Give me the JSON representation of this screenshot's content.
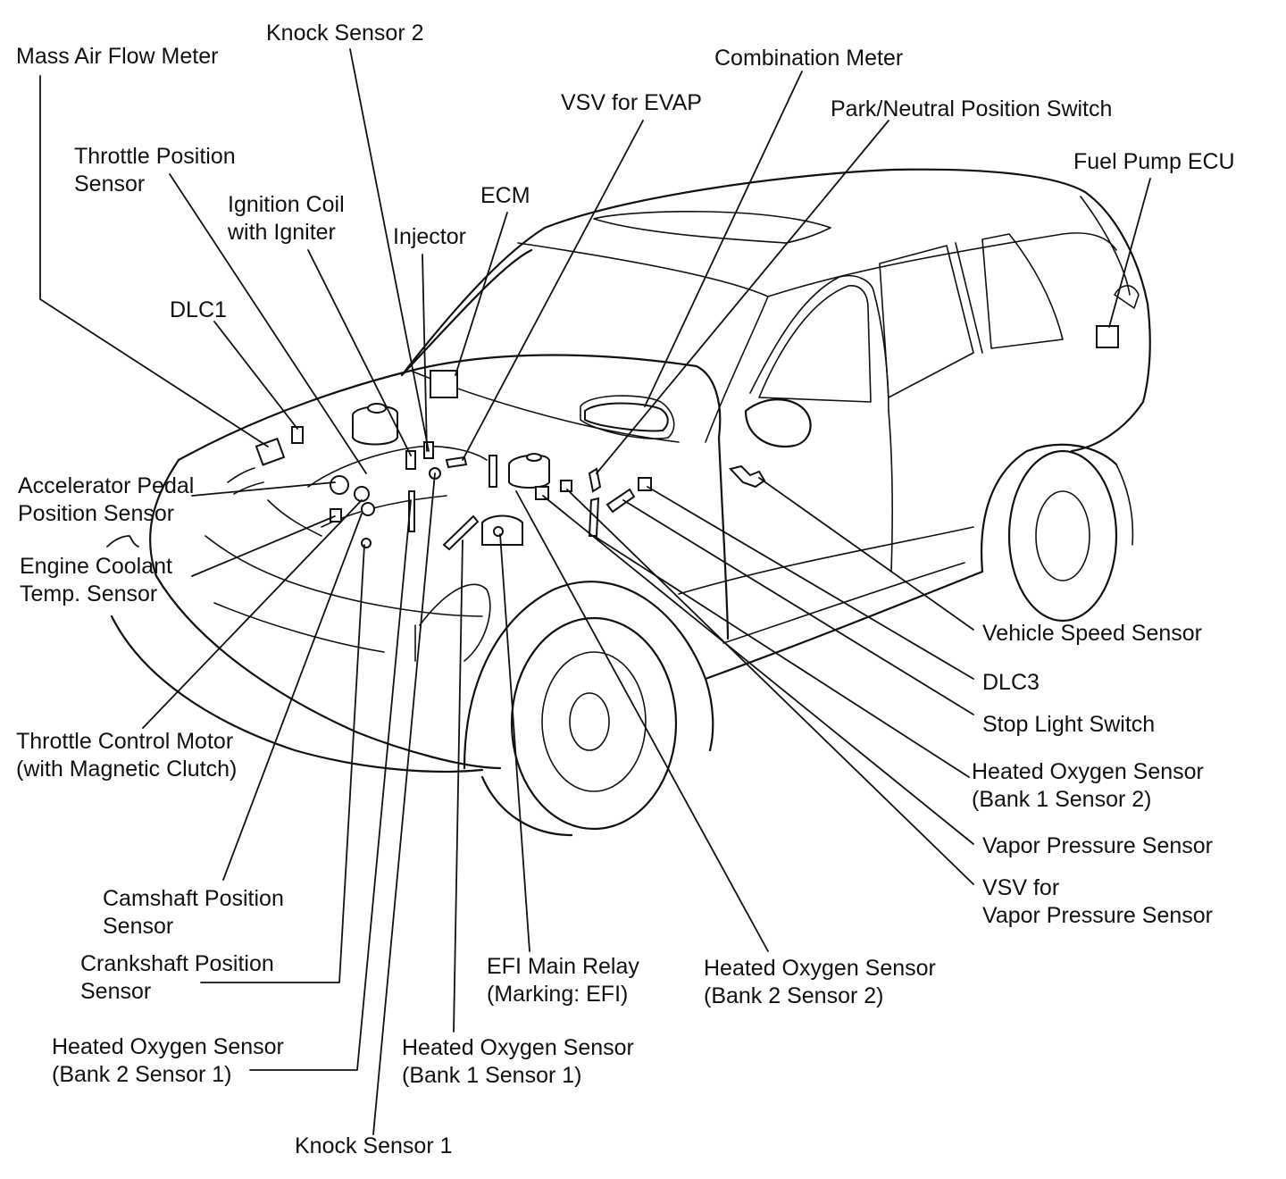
{
  "labels": {
    "mass_air_flow_meter": [
      "Mass Air Flow Meter"
    ],
    "knock_sensor_2": [
      "Knock Sensor 2"
    ],
    "combination_meter": [
      "Combination Meter"
    ],
    "vsv_for_evap": [
      "VSV for EVAP"
    ],
    "park_neutral_position_switch": [
      "Park/Neutral Position Switch"
    ],
    "fuel_pump_ecu": [
      "Fuel Pump ECU"
    ],
    "throttle_position_sensor": [
      "Throttle Position",
      "Sensor"
    ],
    "ignition_coil_with_igniter": [
      "Ignition Coil",
      "with Igniter"
    ],
    "ecm": [
      "ECM"
    ],
    "injector": [
      "Injector"
    ],
    "dlc1": [
      "DLC1"
    ],
    "accelerator_pedal_position_sensor": [
      "Accelerator Pedal",
      "Position Sensor"
    ],
    "engine_coolant_temp_sensor": [
      "Engine Coolant",
      "Temp. Sensor"
    ],
    "throttle_control_motor": [
      "Throttle Control Motor",
      "(with Magnetic Clutch)"
    ],
    "camshaft_position_sensor": [
      "Camshaft Position",
      "Sensor"
    ],
    "crankshaft_position_sensor": [
      "Crankshaft Position",
      "Sensor"
    ],
    "heated_oxygen_sensor_b2s1": [
      "Heated Oxygen Sensor",
      "(Bank 2 Sensor 1)"
    ],
    "knock_sensor_1": [
      "Knock Sensor 1"
    ],
    "heated_oxygen_sensor_b1s1": [
      "Heated Oxygen Sensor",
      "(Bank 1 Sensor 1)"
    ],
    "efi_main_relay": [
      "EFI Main Relay",
      "(Marking: EFI)"
    ],
    "heated_oxygen_sensor_b2s2": [
      "Heated Oxygen Sensor",
      "(Bank 2 Sensor 2)"
    ],
    "vsv_for_vapor_pressure_sensor": [
      "VSV for",
      "Vapor Pressure Sensor"
    ],
    "vapor_pressure_sensor": [
      "Vapor Pressure Sensor"
    ],
    "heated_oxygen_sensor_b1s2": [
      "Heated Oxygen Sensor",
      "(Bank 1 Sensor 2)"
    ],
    "stop_light_switch": [
      "Stop Light Switch"
    ],
    "dlc3": [
      "DLC3"
    ],
    "vehicle_speed_sensor": [
      "Vehicle Speed Sensor"
    ]
  }
}
